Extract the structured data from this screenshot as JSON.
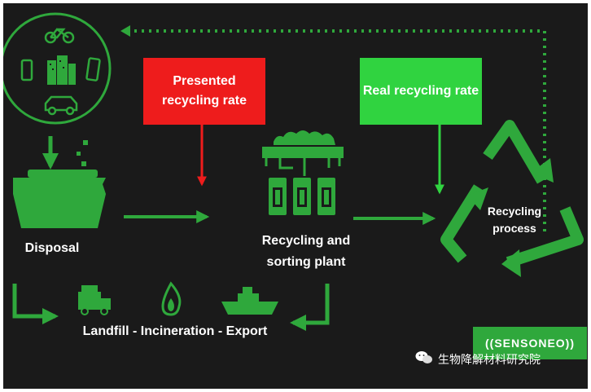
{
  "labels": {
    "presented": "Presented recycling rate",
    "real": "Real recycling rate",
    "disposal": "Disposal",
    "plant": "Recycling and sorting plant",
    "process": "Recycling process",
    "bottom": "Landfill - Incineration - Export"
  },
  "brand": "((SENSONEO))",
  "watermark": "生物降解材料研究院",
  "colors": {
    "background": "#1a1a1a",
    "green": "#2fa83c",
    "bright_green": "#30d340",
    "red": "#ee1c1c",
    "white": "#ffffff"
  },
  "icons": [
    "bicycle-icon",
    "phone-icon",
    "building-icon",
    "tablet-icon",
    "car-icon",
    "dumpster-icon",
    "garbage-truck-icon",
    "fire-icon",
    "ship-icon",
    "recycling-plant-icon",
    "recycling-triangle-icon",
    "wechat-icon"
  ]
}
